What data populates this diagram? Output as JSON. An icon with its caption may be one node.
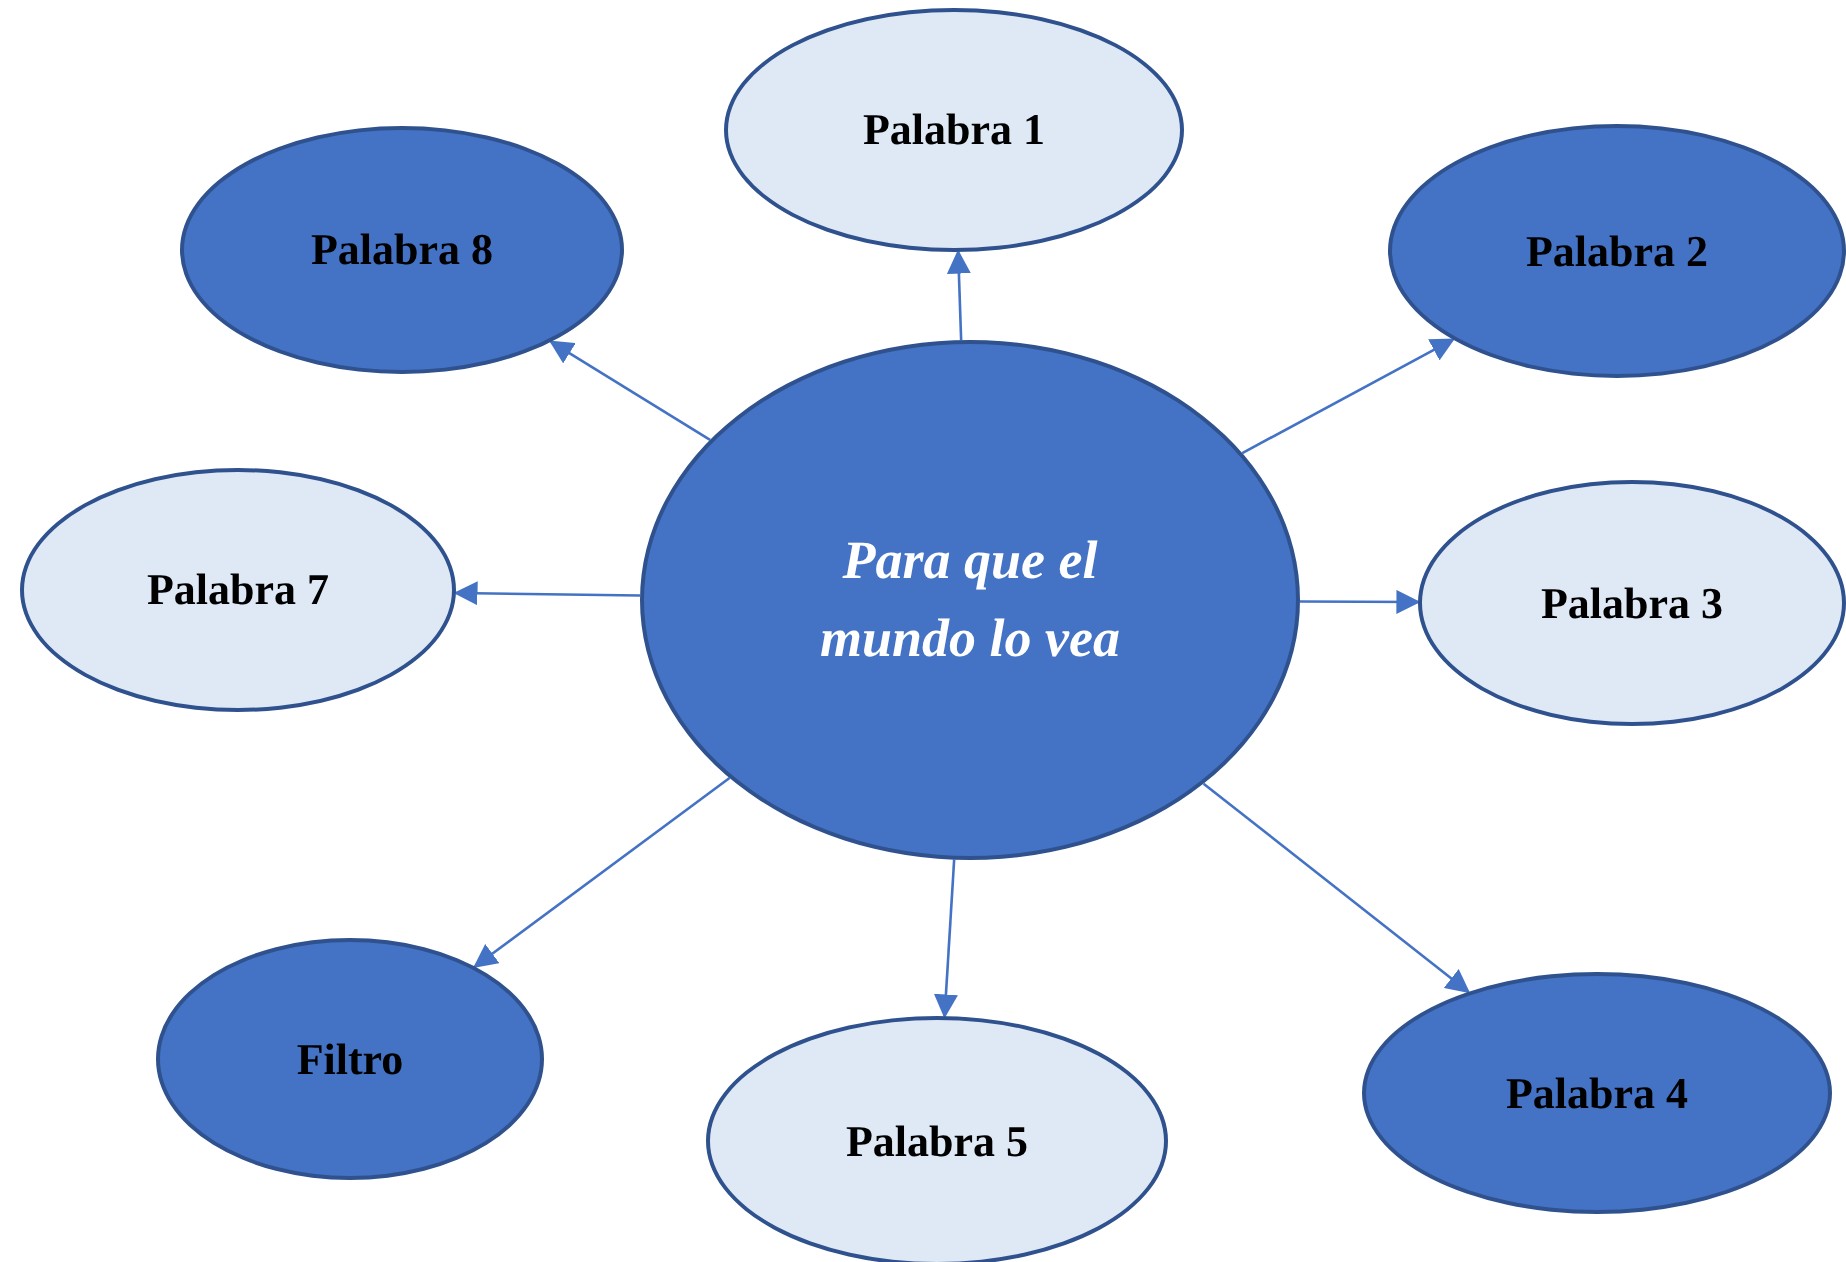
{
  "diagram": {
    "nodes": [
      {
        "text": [
          "Para que el mundo lo vea"
        ]
      },
      {
        "text": [
          "Palabra 1"
        ]
      },
      {
        "text": [
          "Palabra 2"
        ]
      },
      {
        "text": [
          "Palabra 3"
        ]
      },
      {
        "text": [
          "Palabra 4"
        ]
      },
      {
        "text": [
          "Palabra 5"
        ]
      },
      {
        "text": [
          "Filtro"
        ]
      },
      {
        "text": [
          "Palabra 7"
        ]
      },
      {
        "text": [
          "Palabra 8"
        ]
      }
    ],
    "edges": [
      {
        "from": 0,
        "to": 1,
        "arrow": "to"
      },
      {
        "from": 0,
        "to": 2,
        "arrow": "to"
      },
      {
        "from": 0,
        "to": 3,
        "arrow": "to"
      },
      {
        "from": 0,
        "to": 4,
        "arrow": "to"
      },
      {
        "from": 0,
        "to": 5,
        "arrow": "to"
      },
      {
        "from": 0,
        "to": 6,
        "arrow": "to"
      },
      {
        "from": 0,
        "to": 7,
        "arrow": "to"
      },
      {
        "from": 0,
        "to": 8,
        "arrow": "to"
      }
    ]
  }
}
